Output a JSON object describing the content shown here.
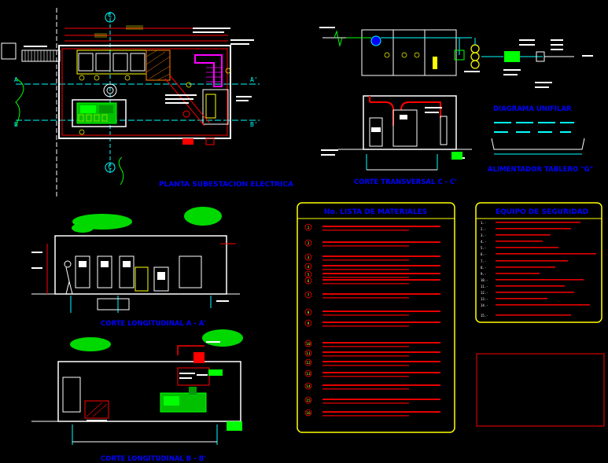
{
  "titles": {
    "plan": "PLANTA SUBESTACION ELECTRICA",
    "cut_c": "CORTE TRANSVERSAL C - C'",
    "cut_a": "CORTE LONGITUDINAL A - A'",
    "cut_b": "CORTE LONGITUDINAL B - B'",
    "unifilar": "DIAGRAMA UNIFILAR",
    "feeder": "ALIMENTADOR TABLERO \"G\""
  },
  "plan_markers": {
    "A": "A",
    "A2": "A'",
    "B": "B",
    "B2": "B'",
    "C": "C",
    "C2": "C'"
  },
  "materials": {
    "title": "No.  LISTA DE MATERIALES",
    "numbers": [
      "1",
      "2",
      "3",
      "4",
      "5",
      "6",
      "7",
      "8",
      "9",
      "10",
      "11",
      "12",
      "13",
      "14",
      "15",
      "16"
    ]
  },
  "safety": {
    "title": "EQUIPO DE SEGURIDAD",
    "numbers": [
      "1.-",
      "2.-",
      "3.-",
      "4.-",
      "5.-",
      "6.-",
      "7.-",
      "8.-",
      "9.-",
      "10.-",
      "11.-",
      "12.-",
      "13.-",
      "14.-",
      "15.-"
    ]
  },
  "colors": {
    "background": "#000000",
    "primary_line": "#ffffff",
    "yellow": "#ffff00",
    "green": "#00ff00",
    "red": "#ff0000",
    "cyan": "#00ffff",
    "magenta": "#ff00ff",
    "blue": "#0000ff",
    "orange": "#ff8000"
  }
}
